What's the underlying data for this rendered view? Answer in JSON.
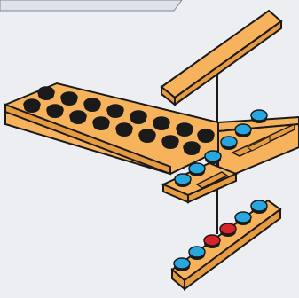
{
  "illustration": {
    "subject": "brick-building-instruction-step",
    "colors": {
      "background": "#eceef1",
      "plate_fill": "#f7b25c",
      "plate_side": "#e89a3f",
      "plate_outline": "#1a1a1a",
      "stud_black": "#1a1a1a",
      "stud_blue": "#27a7e0",
      "stud_red": "#d8232a",
      "guide_line": "#1a1a1a",
      "tab_fill": "#dfe3e8",
      "tab_outline": "#7e8692"
    },
    "parts": [
      {
        "name": "long-tile",
        "studs": []
      },
      {
        "name": "large-plate",
        "studs": [
          "black",
          "black",
          "black",
          "black",
          "black",
          "black",
          "black",
          "black",
          "black",
          "black",
          "black",
          "black",
          "black",
          "black",
          "black",
          "black",
          "blue",
          "blue",
          "blue",
          "blue"
        ]
      },
      {
        "name": "small-jumper-plate",
        "studs": [
          "blue",
          "blue"
        ]
      },
      {
        "name": "studded-plate-1x6",
        "studs": [
          "blue",
          "blue",
          "red",
          "red",
          "blue",
          "blue"
        ]
      }
    ]
  }
}
